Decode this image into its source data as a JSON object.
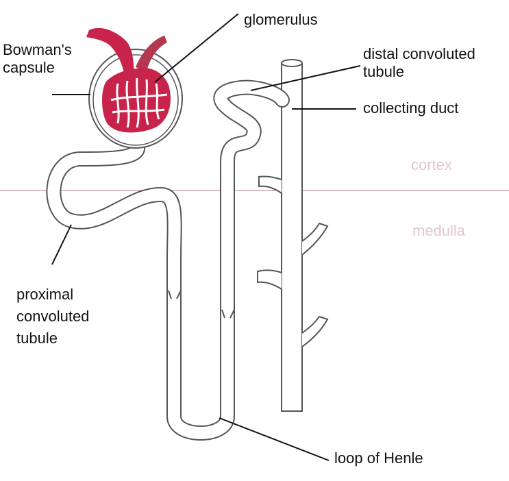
{
  "labels": {
    "bowmans_capsule": [
      "Bowman's",
      "capsule"
    ],
    "glomerulus": "glomerulus",
    "distal_convoluted_tubule": [
      "distal convoluted",
      "tubule"
    ],
    "collecting_duct": "collecting duct",
    "proximal_convoluted_tubule": [
      "proximal",
      "convoluted",
      "tubule"
    ],
    "loop_of_henle": "loop of Henle"
  },
  "zones": {
    "cortex": "cortex",
    "medulla": "medulla"
  },
  "colors": {
    "glomerulus": "#c8234a",
    "arteriole_efferent": "#b2374f",
    "zone_label": "#e2c6cf",
    "zone_boundary": "#d9bcc4",
    "tubule_outline": "#555555",
    "leader_line": "#111111"
  }
}
